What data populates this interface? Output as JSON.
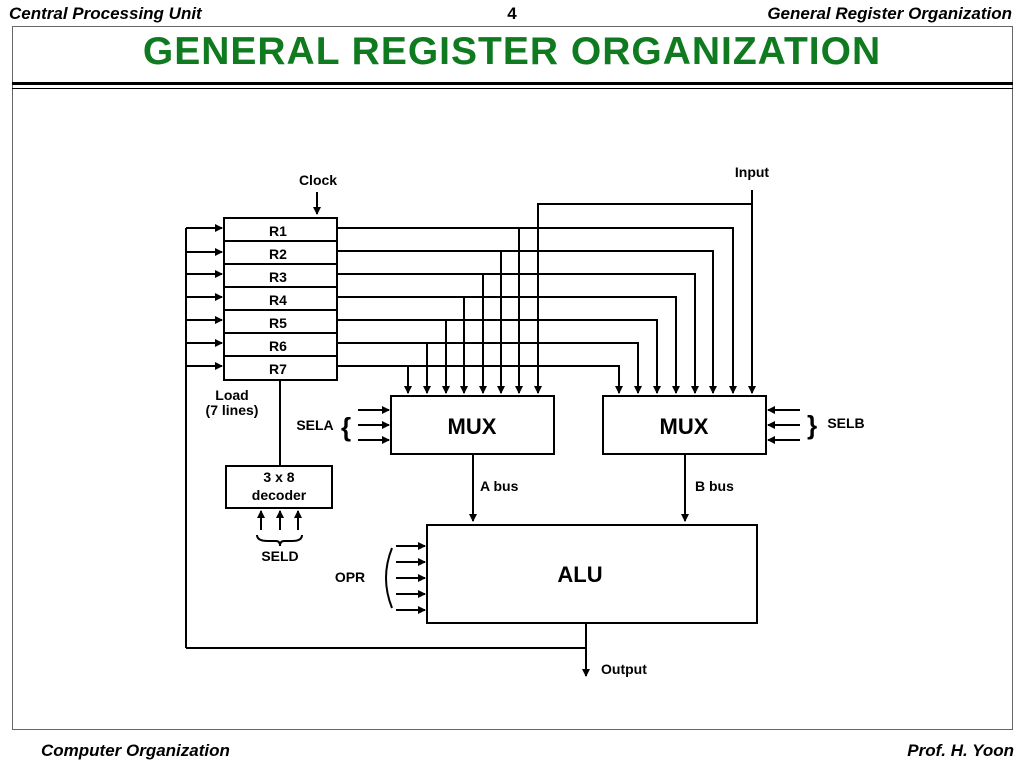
{
  "header": {
    "left": "Central Processing Unit",
    "page_number": "4",
    "right": "General Register Organization"
  },
  "title": "GENERAL  REGISTER  ORGANIZATION",
  "footer": {
    "left": "Computer Organization",
    "right": "Prof.  H. Yoon"
  },
  "diagram": {
    "clock_label": "Clock",
    "input_label": "Input",
    "registers": [
      "R1",
      "R2",
      "R3",
      "R4",
      "R5",
      "R6",
      "R7"
    ],
    "load_label_line1": "Load",
    "load_label_line2": "(7 lines)",
    "decoder_line1": "3 x 8",
    "decoder_line2": "decoder",
    "seld_label": "SELD",
    "sela_label": "SELA",
    "selb_label": "SELB",
    "mux_a_label": "MUX",
    "mux_b_label": "MUX",
    "a_bus_label": "A bus",
    "b_bus_label": "B bus",
    "alu_label": "ALU",
    "opr_label": "OPR",
    "output_label": "Output"
  },
  "colors": {
    "title": "#0f7a1f",
    "lines": "#000000"
  }
}
